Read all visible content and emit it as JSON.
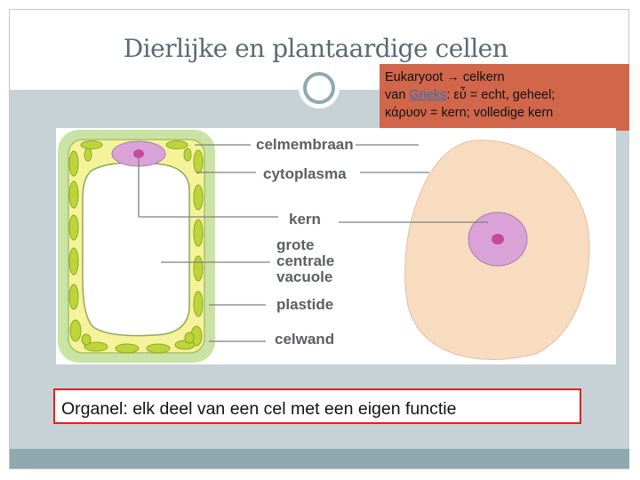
{
  "slide": {
    "title": "Dierlijke en plantaardige cellen"
  },
  "etymology": {
    "line1_prefix": "Eukaryoot ",
    "arrow": "→",
    "line1_suffix": " celkern",
    "line2_prefix": "van ",
    "line2_link": "Grieks",
    "line2_suffix": ": εὖ = echt, geheel;",
    "line3": "κάρυον = kern; volledige kern"
  },
  "diagram": {
    "labels": {
      "celmembraan": "celmembraan",
      "cytoplasma": "cytoplasma",
      "kern": "kern",
      "grote_centrale_vacuole": [
        "grote",
        "centrale",
        "vacuole"
      ],
      "plastide": "plastide",
      "celwand": "celwand"
    },
    "colors": {
      "cell_wall": "#c9e3a4",
      "plant_cytoplasm": "#f4f39a",
      "vacuole": "#ffffff",
      "plastid": "#bcd63a",
      "nucleus": "#d9a3d8",
      "nucleolus": "#c6489e",
      "animal_cell": "#f8dcc0",
      "leader_line": "#7f7f7f"
    }
  },
  "definition": {
    "text": "Organel: elk deel van een cel met een eigen functie"
  },
  "theme": {
    "accent": "#8fa9af",
    "band": "#c7d2d7",
    "callout_bg": "#d1664a",
    "highlight_border": "#e02020"
  }
}
